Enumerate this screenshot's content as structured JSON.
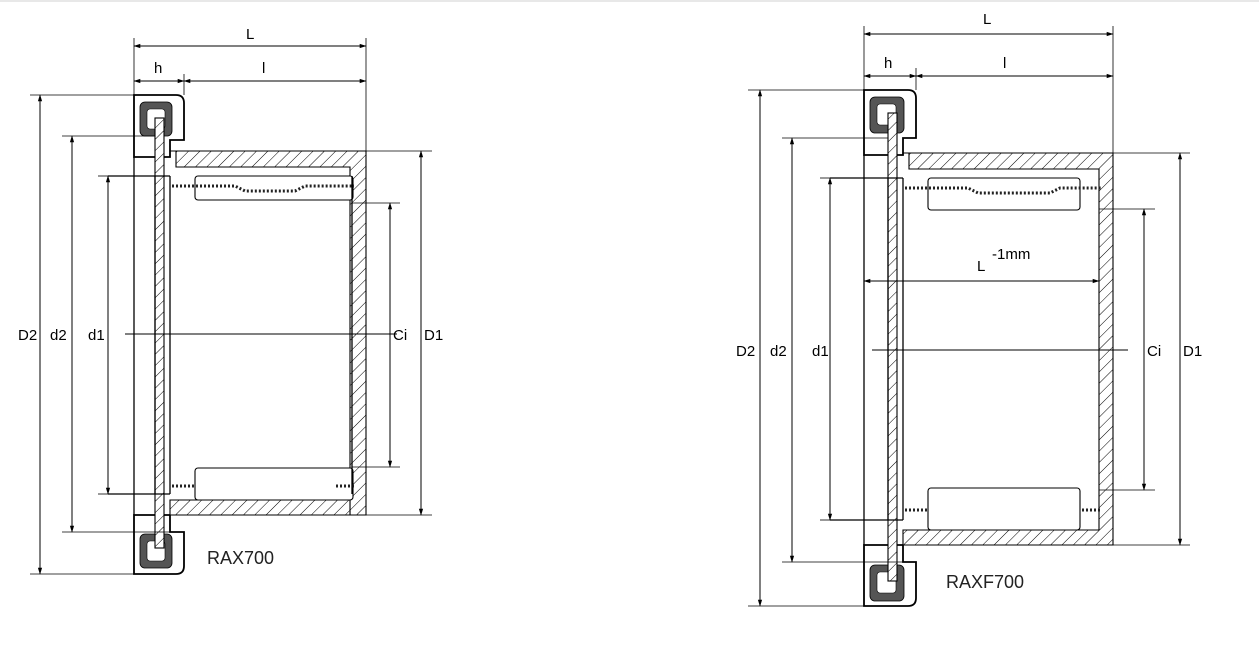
{
  "drawings": [
    {
      "model": "RAX700",
      "labels": {
        "L": "L",
        "l": "l",
        "h": "h",
        "D2": "D2",
        "d2": "d2",
        "d1": "d1",
        "Ci": "Ci",
        "D1": "D1"
      }
    },
    {
      "model": "RAXF700",
      "labels": {
        "L": "L",
        "l": "l",
        "h": "h",
        "D2": "D2",
        "d2": "d2",
        "d1": "d1",
        "Ci": "Ci",
        "D1": "D1",
        "L_minus": "L",
        "minus_1mm": "-1mm"
      }
    }
  ]
}
